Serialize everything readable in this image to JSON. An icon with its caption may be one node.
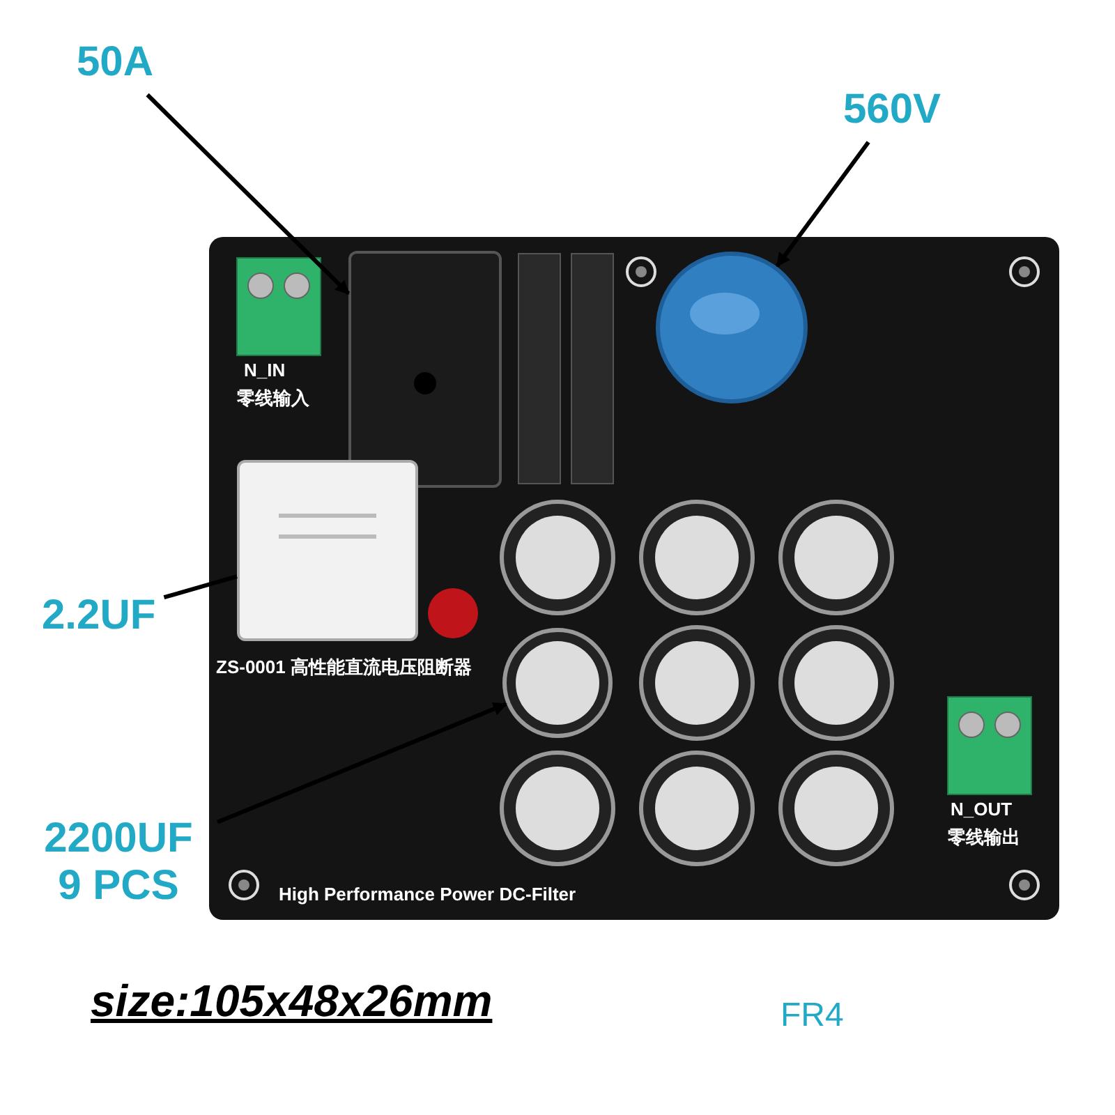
{
  "diagram": {
    "nodes": [
      {
        "text": [
          "50A"
        ]
      },
      {
        "text": [],
        "shape": "box"
      },
      {
        "text": [
          "560V"
        ]
      },
      {
        "text": [],
        "shape": "circle"
      },
      {
        "text": [
          "2.2UF"
        ]
      },
      {
        "text": [],
        "shape": "box"
      },
      {
        "text": [
          "2200UF 9 PCS"
        ]
      },
      {
        "text": [],
        "shape": "circle"
      }
    ],
    "edges": [
      {
        "from": 0,
        "to": 1,
        "arrow": "to"
      },
      {
        "from": 2,
        "to": 3,
        "arrow": "to"
      },
      {
        "from": 4,
        "to": 5,
        "arrow": "none"
      },
      {
        "from": 6,
        "to": 7,
        "arrow": "to"
      }
    ],
    "labels": [
      "N_IN",
      "零线输入",
      "ZS-0001 高性能直流电压阻断器",
      "High Performance Power DC-Filter",
      "N_OUT",
      "零线输出",
      "size:105x48x26mm",
      "FR4"
    ]
  }
}
